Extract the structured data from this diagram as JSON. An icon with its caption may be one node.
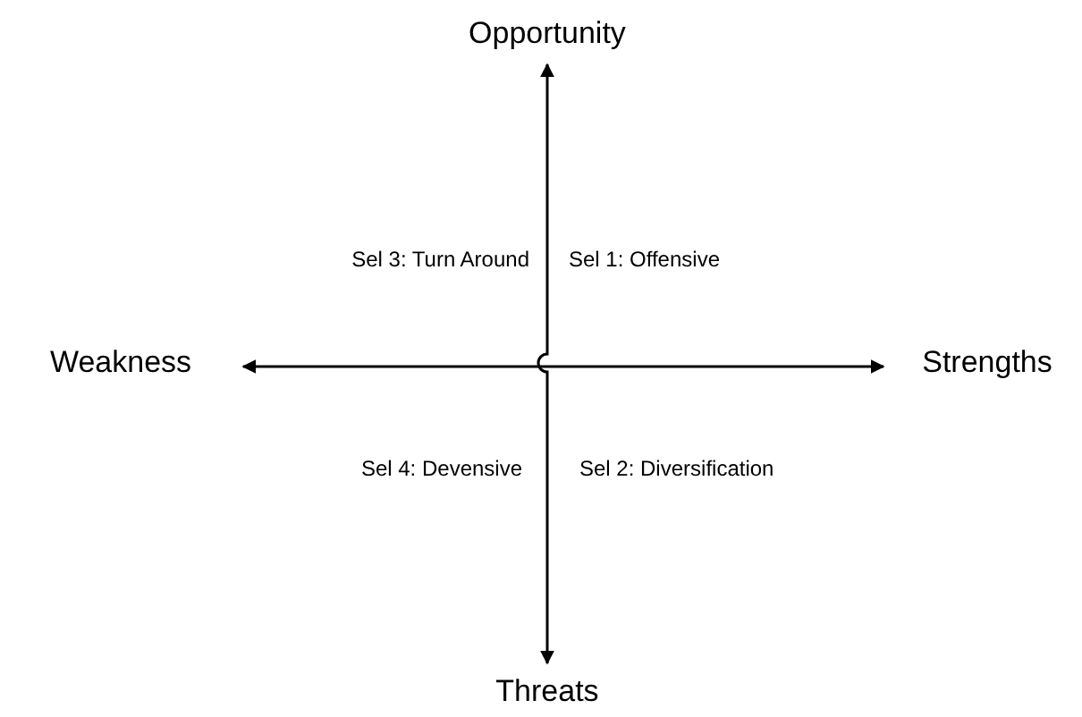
{
  "diagram": {
    "nodes": [
      {
        "text": [
          "Opportunity"
        ]
      },
      {
        "text": [
          "Threats"
        ]
      },
      {
        "text": [
          "Weakness"
        ]
      },
      {
        "text": [
          "Strengths"
        ]
      }
    ],
    "edges": [
      {
        "from": 1,
        "to": 0,
        "arrow": "both"
      },
      {
        "from": 2,
        "to": 3,
        "arrow": "both"
      }
    ],
    "labels": [
      "Sel 3: Turn Around",
      "Sel 1: Offensive",
      "Sel 4: Devensive",
      "Sel 2: Diversification"
    ]
  }
}
